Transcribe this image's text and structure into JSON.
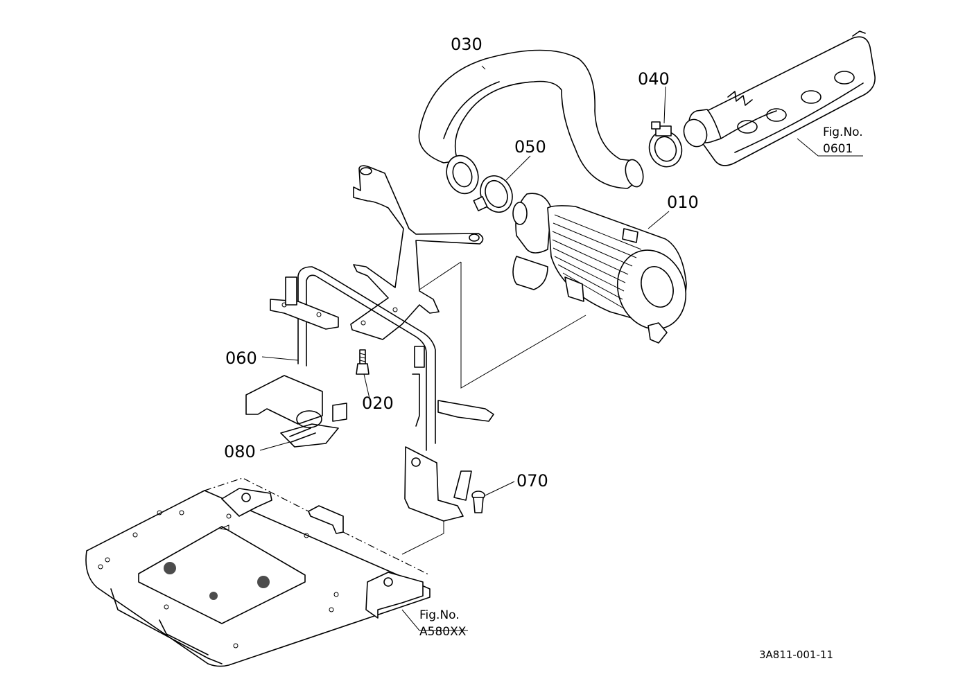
{
  "callouts": {
    "p010": "010",
    "p020": "020",
    "p030": "030",
    "p040": "040",
    "p050": "050",
    "p060": "060",
    "p070": "070",
    "p080": "080"
  },
  "figure_refs": {
    "manifold": {
      "label": "Fig.No.",
      "number": "0601"
    },
    "base_plate": {
      "label": "Fig.No.",
      "number": "A580XX"
    }
  },
  "document_id": "3A811-001-11"
}
